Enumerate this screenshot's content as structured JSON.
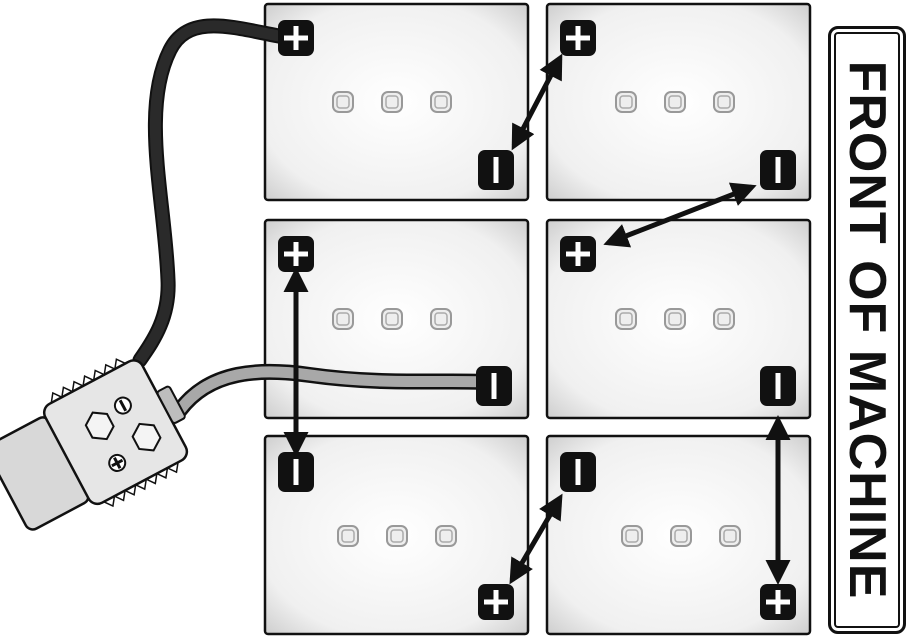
{
  "diagram": {
    "side_label": "FRONT OF MACHINE",
    "batteries": [
      {
        "id": "battery-1",
        "terminals": [
          "positive",
          "negative"
        ]
      },
      {
        "id": "battery-2",
        "terminals": [
          "positive",
          "negative"
        ]
      },
      {
        "id": "battery-3",
        "terminals": [
          "positive",
          "negative"
        ]
      },
      {
        "id": "battery-4",
        "terminals": [
          "positive",
          "negative"
        ]
      },
      {
        "id": "battery-5",
        "terminals": [
          "negative",
          "positive"
        ]
      },
      {
        "id": "battery-6",
        "terminals": [
          "negative",
          "positive"
        ]
      }
    ],
    "connector": {
      "name": "battery-connector",
      "cables": [
        "black-cable",
        "gray-cable"
      ]
    },
    "colors": {
      "outline": "#111111",
      "black_cable": "#2a2a2a",
      "gray_cable": "#a8a8a8",
      "battery_fill": "#f2f2f2"
    }
  }
}
